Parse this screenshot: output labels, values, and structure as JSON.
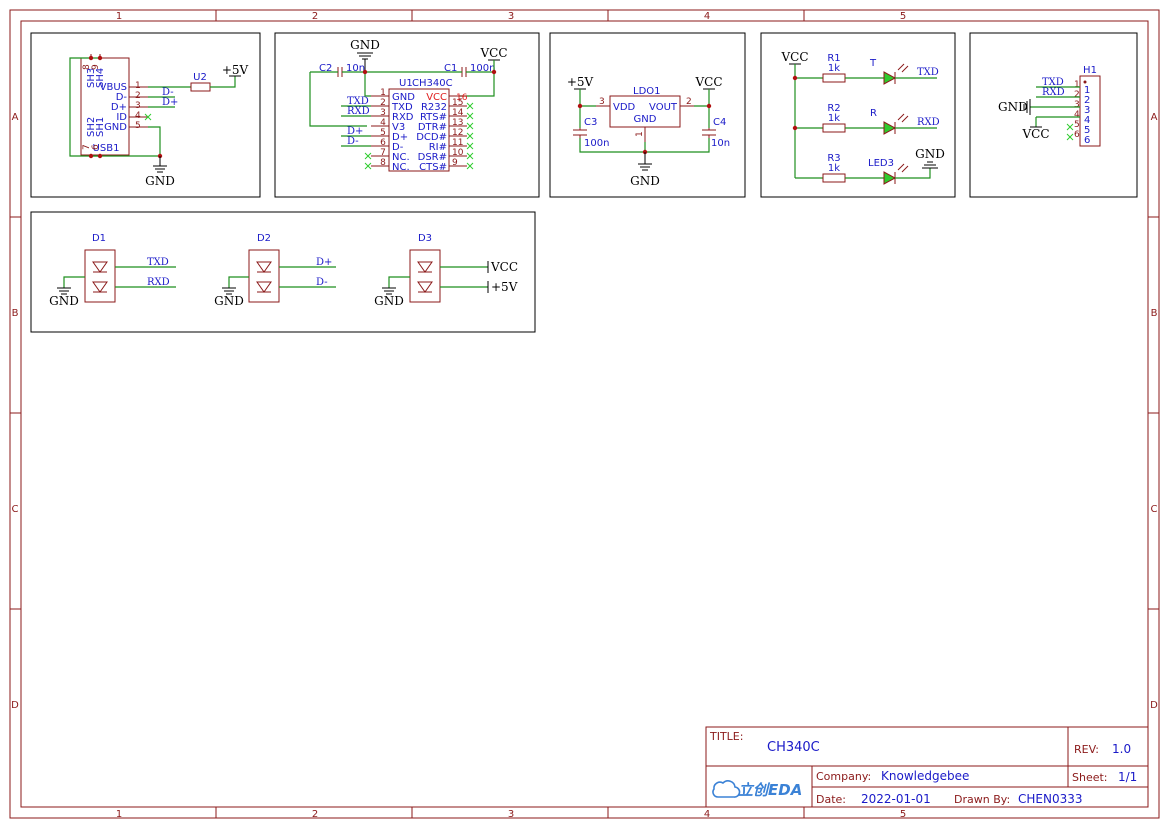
{
  "zones": {
    "columns": [
      "1",
      "2",
      "3",
      "4",
      "5"
    ],
    "rows": [
      "A",
      "B",
      "C",
      "D"
    ]
  },
  "usb": {
    "ref": "USB1",
    "shield_pins": [
      "SH3",
      "SH4",
      "SH2",
      "SH1"
    ],
    "shield_nums": [
      "8",
      "9",
      "7",
      "6"
    ],
    "pins": [
      {
        "num": "1",
        "name": "VBUS"
      },
      {
        "num": "2",
        "name": "D-"
      },
      {
        "num": "3",
        "name": "D+"
      },
      {
        "num": "4",
        "name": "ID"
      },
      {
        "num": "5",
        "name": "GND"
      }
    ],
    "nets": [
      "D-",
      "D+"
    ]
  },
  "u2": {
    "ref": "U2"
  },
  "ch340": {
    "ref": "U1",
    "value": "CH340C",
    "left_pins": [
      {
        "num": "1",
        "name": "GND"
      },
      {
        "num": "2",
        "name": "TXD"
      },
      {
        "num": "3",
        "name": "RXD"
      },
      {
        "num": "4",
        "name": "V3"
      },
      {
        "num": "5",
        "name": "D+"
      },
      {
        "num": "6",
        "name": "D-"
      },
      {
        "num": "7",
        "name": "NC."
      },
      {
        "num": "8",
        "name": "NC."
      }
    ],
    "right_pins": [
      {
        "num": "16",
        "name": "VCC"
      },
      {
        "num": "15",
        "name": "R232"
      },
      {
        "num": "14",
        "name": "RTS#"
      },
      {
        "num": "13",
        "name": "DTR#"
      },
      {
        "num": "12",
        "name": "DCD#"
      },
      {
        "num": "11",
        "name": "RI#"
      },
      {
        "num": "10",
        "name": "DSR#"
      },
      {
        "num": "9",
        "name": "CTS#"
      }
    ],
    "nets": [
      "TXD",
      "RXD",
      "D+",
      "D-"
    ],
    "c2": {
      "ref": "C2",
      "value": "10n"
    },
    "c1": {
      "ref": "C1",
      "value": "100n"
    }
  },
  "ldo": {
    "ref": "LDO1",
    "pins": [
      {
        "num": "3",
        "name": "VDD"
      },
      {
        "num": "2",
        "name": "VOUT"
      },
      {
        "num": "1",
        "name": "GND"
      }
    ],
    "c3": {
      "ref": "C3",
      "value": "100n"
    },
    "c4": {
      "ref": "C4",
      "value": "10n"
    }
  },
  "leds": [
    {
      "res_ref": "R1",
      "res_val": "1k",
      "led_label": "T",
      "net": "TXD"
    },
    {
      "res_ref": "R2",
      "res_val": "1k",
      "led_label": "R",
      "net": "RXD"
    },
    {
      "res_ref": "R3",
      "res_val": "1k",
      "led_label": "LED3",
      "net": ""
    }
  ],
  "header": {
    "ref": "H1",
    "pins": [
      "1",
      "2",
      "3",
      "4",
      "5",
      "6"
    ],
    "nets": [
      "TXD",
      "RXD"
    ]
  },
  "tvs": [
    {
      "ref": "D1",
      "nets": [
        "TXD",
        "RXD"
      ]
    },
    {
      "ref": "D2",
      "nets": [
        "D+",
        "D-"
      ]
    },
    {
      "ref": "D3",
      "nets": [
        "VCC",
        "+5V"
      ]
    }
  ],
  "power": {
    "gnd": "GND",
    "vcc": "VCC",
    "p5v": "+5V"
  },
  "title_block": {
    "title_key": "TITLE:",
    "title": "CH340C",
    "rev_key": "REV:",
    "rev": "1.0",
    "company_key": "Company:",
    "company": "Knowledgebee",
    "sheet_key": "Sheet:",
    "sheet": "1/1",
    "date_key": "Date:",
    "date": "2022-01-01",
    "drawn_key": "Drawn By:",
    "drawn": "CHEN0333",
    "logo_text": "立创EDA"
  },
  "colors": {
    "border": "#8b1a1a",
    "wire": "#1f8f1f",
    "label": "#1a1ac8",
    "power": "#000000",
    "noconnect": "#2ecc2e"
  }
}
